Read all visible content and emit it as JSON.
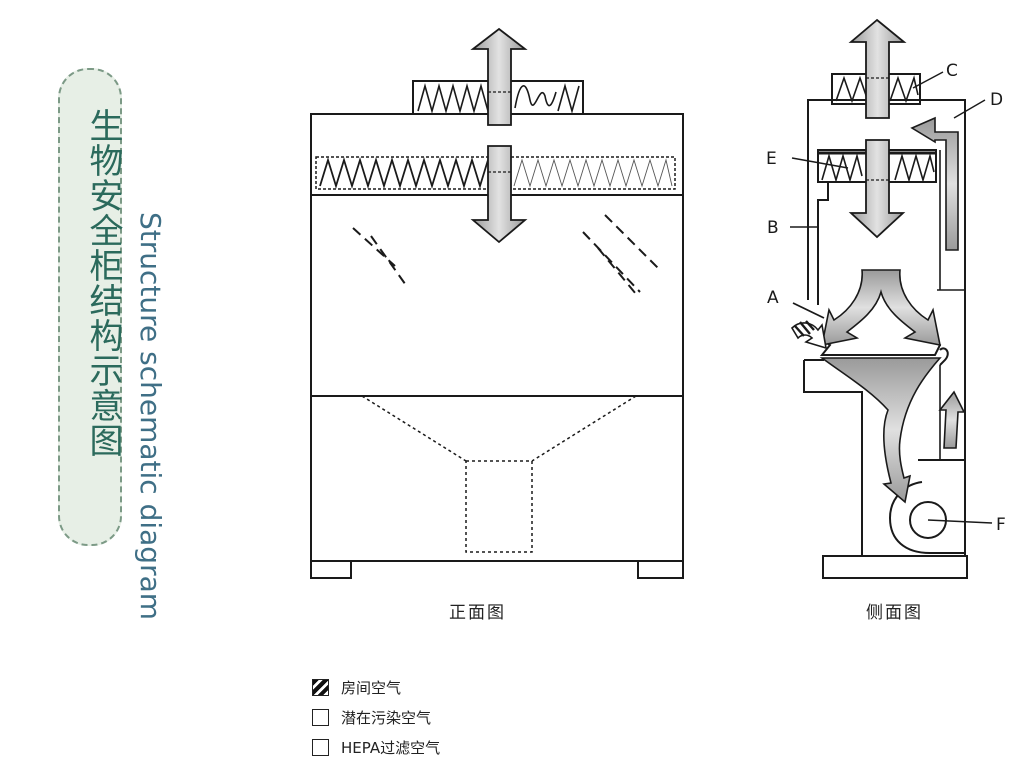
{
  "title": {
    "chinese": "生物安全柜结构示意图",
    "english": "Structure schematic diagram"
  },
  "views": {
    "front_caption": "正面图",
    "side_caption": "侧面图"
  },
  "side_labels": {
    "a": "A",
    "b": "B",
    "c": "C",
    "d": "D",
    "e": "E",
    "f": "F"
  },
  "legend": {
    "room_air": "房间空气",
    "contaminated_air": "潜在污染空气",
    "hepa_air": "HEPA过滤空气"
  },
  "colors": {
    "line": "#1a1a1a",
    "arrow_fill": "#c4c4c4",
    "title_bg": "#e7efe6",
    "title_text": "#2b6a5c",
    "english_text": "#3f6f86"
  }
}
